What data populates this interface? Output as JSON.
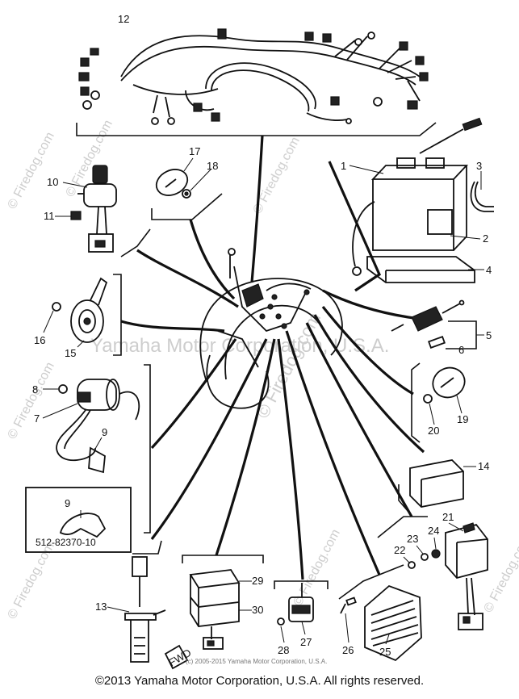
{
  "diagram": {
    "callouts": [
      "1",
      "2",
      "3",
      "4",
      "5",
      "6",
      "7",
      "8",
      "9",
      "10",
      "11",
      "12",
      "13",
      "14",
      "15",
      "16",
      "17",
      "18",
      "19",
      "20",
      "21",
      "22",
      "23",
      "24",
      "25",
      "26",
      "27",
      "28",
      "29",
      "30"
    ],
    "inset": {
      "callout": "9",
      "part_number": "512-82370-10"
    },
    "fwd_label": "FWD",
    "watermarks": {
      "firedog": "© Firedog.com",
      "yamaha": "Yamaha Motor Corporation, U.S.A."
    },
    "image_copyright": "(c) 2005-2015 Yamaha Motor Corporation, U.S.A."
  },
  "footer": {
    "copyright": "©2013 Yamaha Motor Corporation, U.S.A. All rights reserved."
  }
}
